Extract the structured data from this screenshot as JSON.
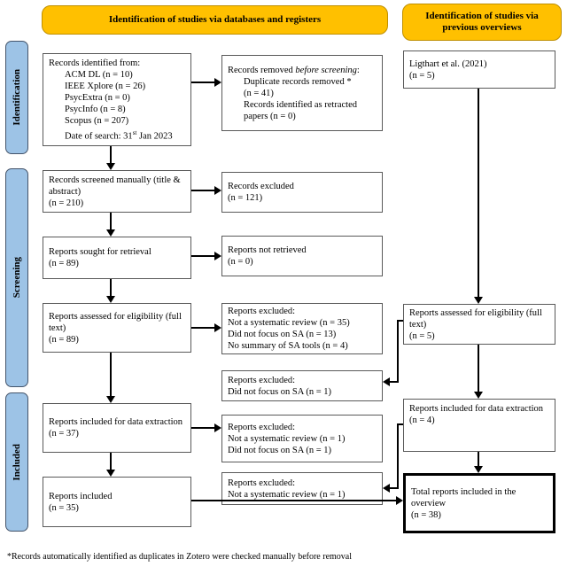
{
  "banners": {
    "databases": "Identification of studies via databases and registers",
    "previous": "Identification of studies via previous overviews"
  },
  "sidebar": {
    "identification": "Identification",
    "screening": "Screening",
    "included": "Included"
  },
  "colors": {
    "banner_fill": "#FFC000",
    "banner_border": "#BF8F00",
    "sidebar_fill": "#9DC3E6",
    "box_border": "#595959",
    "total_box_border": "#000000"
  },
  "boxes": {
    "l1": {
      "title": "Records identified from:",
      "items": [
        "ACM DL (n = 10)",
        "IEEE Xplore (n = 26)",
        "PsycExtra (n = 0)",
        "PsycInfo (n = 8)",
        "Scopus (n = 207)"
      ],
      "date_prefix": "Date of search: 31",
      "date_sup": "st",
      "date_suffix": " Jan 2023"
    },
    "m1": {
      "head_prefix": "Records removed ",
      "head_italic": "before screening",
      "head_suffix": ":",
      "items": [
        "Duplicate records removed *",
        "(n = 41)",
        "Records identified as retracted papers (n = 0)"
      ]
    },
    "r1": {
      "line1": "Ligthart et al. (2021)",
      "line2": "(n = 5)"
    },
    "l2": {
      "line1": "Records screened manually (title & abstract)",
      "line2": "(n = 210)"
    },
    "m2": {
      "line1": "Records excluded",
      "line2": "(n = 121)"
    },
    "l3": {
      "line1": "Reports sought for retrieval",
      "line2": "(n = 89)"
    },
    "m3": {
      "line1": "Reports not retrieved",
      "line2": "(n = 0)"
    },
    "l4": {
      "line1": "Reports assessed for eligibility (full text)",
      "line2": "(n = 89)"
    },
    "m4": {
      "head": "Reports excluded:",
      "items": [
        "Not a systematic review (n = 35)",
        "Did not focus on SA (n = 13)",
        "No summary of SA tools (n = 4)"
      ]
    },
    "r2": {
      "line1": "Reports assessed for eligibility (full text)",
      "line2": "(n = 5)"
    },
    "m5": {
      "head": "Reports excluded:",
      "items": [
        "Did not focus on SA (n = 1)"
      ]
    },
    "l5": {
      "line1": "Reports included for data extraction",
      "line2": "(n = 37)"
    },
    "m6": {
      "head": "Reports excluded:",
      "items": [
        "Not a systematic review (n = 1)",
        "Did not focus on SA (n = 1)"
      ]
    },
    "r3": {
      "line1": "Reports included for data extraction",
      "line2": "(n = 4)"
    },
    "l6": {
      "line1": "Reports included",
      "line2": "(n = 35)"
    },
    "m7": {
      "head": "Reports excluded:",
      "items": [
        "Not a systematic review (n = 1)"
      ]
    },
    "r4": {
      "line1": "Total reports included in the overview",
      "line2": "(n = 38)"
    }
  },
  "footnote": "*Records automatically identified as duplicates in Zotero were checked manually before removal"
}
